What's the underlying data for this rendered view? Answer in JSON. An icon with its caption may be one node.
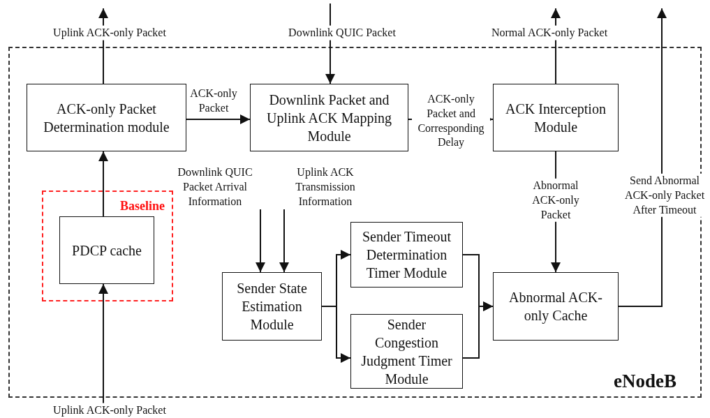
{
  "diagram": {
    "nodes": [
      {
        "text": [
          "eNodeB"
        ]
      },
      {
        "text": [
          "ACK-only Packet Determination module"
        ],
        "in": 0
      },
      {
        "text": [
          "Downlink Packet and Uplink ACK Mapping Module"
        ],
        "in": 0
      },
      {
        "text": [
          "ACK Interception Module"
        ],
        "in": 0
      },
      {
        "text": [
          "Baseline"
        ],
        "in": 0
      },
      {
        "text": [
          "PDCP cache"
        ],
        "in": 4
      },
      {
        "text": [
          "Sender State Estimation Module"
        ],
        "in": 0
      },
      {
        "text": [
          "Sender Timeout Determination Timer Module"
        ],
        "in": 0
      },
      {
        "text": [
          "Sender Congestion Judgment Timer Module"
        ],
        "in": 0
      },
      {
        "text": [
          "Abnormal ACK-only Cache"
        ],
        "in": 0
      }
    ],
    "edges": [
      {
        "from": 1,
        "to": null,
        "arrow": "to",
        "label": "Uplink ACK-only Packet"
      },
      {
        "from": null,
        "to": 2,
        "arrow": "to",
        "label": "Downlink QUIC Packet"
      },
      {
        "from": 3,
        "to": null,
        "arrow": "to",
        "label": "Normal ACK-only Packet"
      },
      {
        "from": 9,
        "to": null,
        "arrow": "to",
        "label": "Send Abnormal ACK-only Packet After Timeout"
      },
      {
        "from": null,
        "to": 5,
        "arrow": "to",
        "label": "Uplink ACK-only Packet"
      },
      {
        "from": 5,
        "to": 1,
        "arrow": "to"
      },
      {
        "from": 1,
        "to": 2,
        "arrow": "to",
        "label": "ACK-only Packet"
      },
      {
        "from": 2,
        "to": 3,
        "arrow": "to",
        "label": "ACK-only Packet and Corresponding Delay"
      },
      {
        "from": 3,
        "to": 9,
        "arrow": "to",
        "label": "Abnormal ACK-only Packet"
      },
      {
        "from": null,
        "to": 6,
        "arrow": "to",
        "label": "Downlink QUIC Packet Arrival Information"
      },
      {
        "from": null,
        "to": 6,
        "arrow": "to",
        "label": "Uplink ACK Transmission Information"
      },
      {
        "from": 6,
        "to": 7,
        "arrow": "to"
      },
      {
        "from": 6,
        "to": 8,
        "arrow": "to"
      },
      {
        "from": 7,
        "to": 9,
        "arrow": "to"
      },
      {
        "from": 8,
        "to": 9,
        "arrow": "to"
      }
    ]
  }
}
